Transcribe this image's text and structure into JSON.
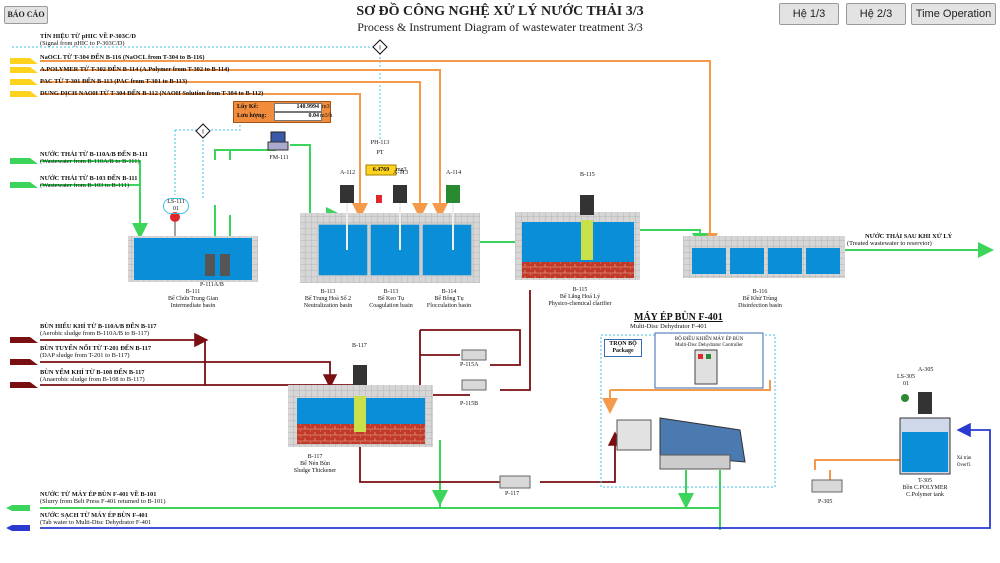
{
  "header": {
    "report_button": "BÁO CÁO",
    "title_vi": "SƠ ĐỒ CÔNG NGHỆ XỬ LÝ NƯỚC THẢI 3/3",
    "title_en": "Process & Instrument Diagram of wastewater treatment 3/3",
    "nav": [
      "Hệ 1/3",
      "Hệ 2/3",
      "Time Operation"
    ]
  },
  "inputs": [
    {
      "vi": "TÍN HIỆU TỪ pHIC VỀ P-303C/D",
      "en": "(Signal from pHIC to P-303C/D)"
    },
    {
      "vi": "NaOCL TỪ T-304 ĐẾN B-116 (NaOCL from T-304 to B-116)",
      "en": ""
    },
    {
      "vi": "A.POLYMER TỪ T-302 ĐẾN B-114 (A.Polymer from T-302 to B-114)",
      "en": ""
    },
    {
      "vi": "PAC TỪ T-301 ĐẾN B-113 (PAC from T-301 to B-113)",
      "en": ""
    },
    {
      "vi": "DUNG DỊCH NAOH TỪ T-304 ĐẾN B-112 (NAOH Solution from T-304 to B-112)",
      "en": ""
    },
    {
      "vi": "NƯỚC THẢI TỪ B-110A/B ĐẾN B-111",
      "en": "(Wastewater from B-110A/B to B-111)"
    },
    {
      "vi": "NƯỚC THẢI TỪ B-103 ĐẾN B-111",
      "en": "(Wastewater from B-103 to B-111)"
    },
    {
      "vi": "BÙN HIẾU KHÍ TỪ B-110A/B ĐẾN B-117",
      "en": "(Aerobic sludge from B-110A/B to B-117)"
    },
    {
      "vi": "BÙN TUYỂN NỔI TỪ T-201 ĐẾN B-117",
      "en": "(DAP sludge from T-201 to B-117)"
    },
    {
      "vi": "BÙN YẾM KHÍ TỪ B-108 ĐẾN B-117",
      "en": "(Anaerobic sludge from B-108 to B-117)"
    },
    {
      "vi": "NƯỚC TỪ MÁY ÉP BÙN F-401 VỀ B-101",
      "en": "(Slurry from Belt Press F-401 returned to B-101)"
    },
    {
      "vi": "NƯỚC SẠCH TỪ MÁY ÉP BÙN F-401",
      "en": "(Tab water to Multi-Disc Dehydrator F-401"
    }
  ],
  "flow_meter": {
    "total_label": "Lũy Kế:",
    "total_value": "140.9994",
    "total_unit": "m3",
    "rate_label": "Lưu lượng:",
    "rate_value": "0.04",
    "rate_unit": "m3/h",
    "tag": "FM-111"
  },
  "ph_meter": {
    "tag": "PH-113",
    "sub": "PT",
    "value": "6.4769",
    "unit": "mg3"
  },
  "instruments": {
    "ls111": [
      "LS-111",
      "01"
    ],
    "ls305": [
      "LS-305",
      "01"
    ]
  },
  "basins": [
    {
      "tag": "B-111",
      "vi": "Bể Chứa Trung Gian",
      "en": "Intermediate basin"
    },
    {
      "tag": "B-113",
      "vi": "Bể Trung Hoà Số 2",
      "en": "Neutralization basin"
    },
    {
      "tag": "B-113",
      "vi": "Bể Keo Tụ",
      "en": "Coagulation basin"
    },
    {
      "tag": "B-114",
      "vi": "Bể Bông Tụ",
      "en": "Flocculation basin"
    },
    {
      "tag": "B-115",
      "vi": "Bể Lắng Hoá Lý",
      "en": "Physico-chemical clarifier"
    },
    {
      "tag": "B-116",
      "vi": "Bể Khử Trùng",
      "en": "Disinfection basin"
    },
    {
      "tag": "B-117",
      "vi": "Bể Nén Bùn",
      "en": "Sludge Thickener"
    }
  ],
  "pumps": [
    "P-111A/B",
    "P-115A",
    "P-115B",
    "P-117",
    "P-305"
  ],
  "agitators": [
    "A-112",
    "A-113",
    "A-114",
    "B-115",
    "B-117",
    "A-305"
  ],
  "outlet": {
    "vi": "NƯỚC THẢI SAU KHI XỬ LÝ",
    "en": "(Treated wastewater to reservior)"
  },
  "dehydrator": {
    "title": "MÁY ÉP BÙN F-401",
    "subtitle": "Multi-Disc Dehydrator F-401",
    "package": "TRỌN BỘ Package",
    "controller_vi": "BỘ ĐIỀU KHIỂN MÁY ÉP BÙN",
    "controller_en": "Multi-Disc Dehydrator Controller"
  },
  "polymer_tank": {
    "tag": "T-305",
    "vi": "Bồn C.POLYMER",
    "en": "C.Polymer tank",
    "note": "Xả tràn Overfl."
  },
  "colors": {
    "water": "#0b8ed8",
    "orange": "#f59a4a",
    "green": "#3cd45a",
    "sludge": "#7a0f12",
    "blue": "#2a3ad0",
    "yellow": "#ffd21e",
    "brick": "#c23a2a"
  }
}
